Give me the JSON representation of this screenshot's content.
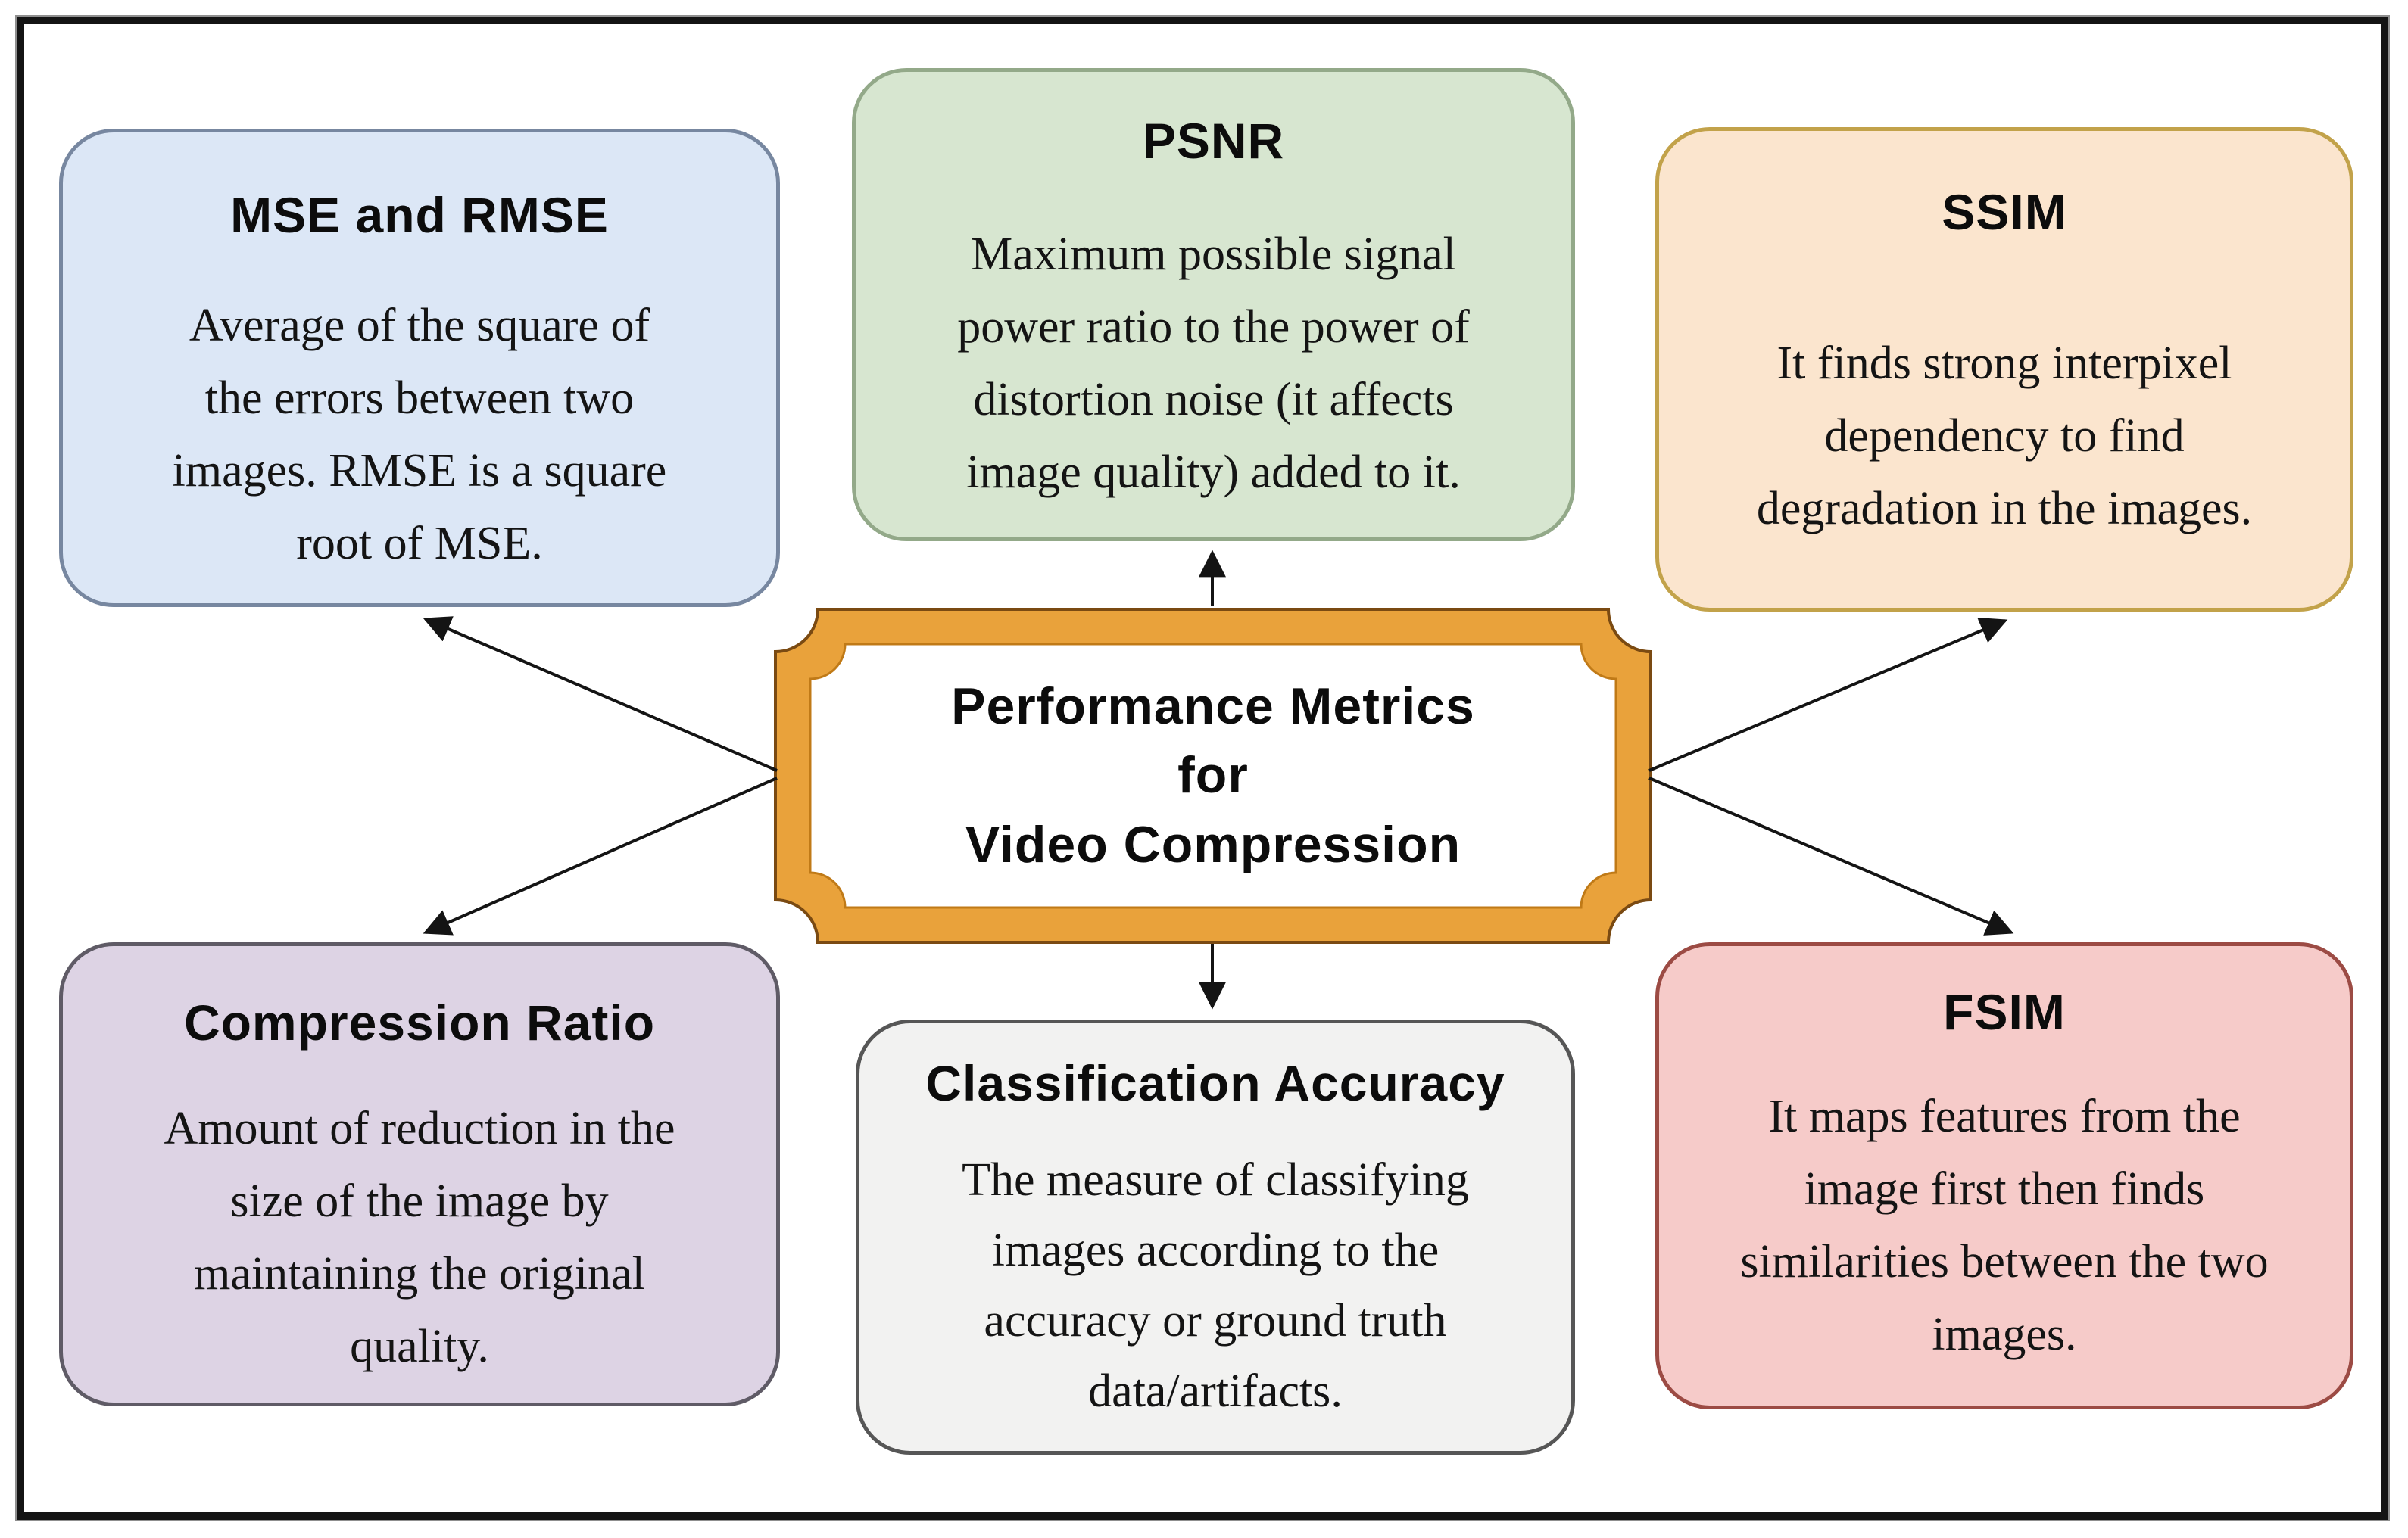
{
  "diagram_title_lines": [
    "Performance Metrics",
    "for",
    "Video Compression"
  ],
  "arrow_color": "#141414",
  "frame_color": "#141414",
  "center": {
    "fill": "#E9A23B",
    "border": "#7A4A12",
    "inner_fill": "#FFFFFF",
    "inner_border": "#C07A17"
  },
  "boxes": {
    "mse": {
      "title": "MSE and RMSE",
      "body": [
        "Average of the square of",
        "the errors between two",
        "images. RMSE is a square",
        "root of MSE."
      ],
      "fill": "#DCE7F6",
      "stroke": "#7787A0"
    },
    "psnr": {
      "title": "PSNR",
      "body": [
        "Maximum possible signal",
        "power ratio to the power of",
        "distortion noise (it affects",
        "image quality) added to it."
      ],
      "fill": "#D7E6D0",
      "stroke": "#93A989"
    },
    "ssim": {
      "title": "SSIM",
      "body": [
        "It finds strong interpixel",
        "dependency to find",
        "degradation in the images."
      ],
      "fill": "#FBE5CE",
      "stroke": "#C2A24A"
    },
    "cr": {
      "title": "Compression Ratio",
      "body": [
        "Amount of reduction in the",
        "size of the image by",
        "maintaining the original",
        "quality."
      ],
      "fill": "#DDD3E4",
      "stroke": "#5F5B66"
    },
    "ca": {
      "title": "Classification Accuracy",
      "body": [
        "The measure of classifying",
        "images according to the",
        "accuracy or ground truth",
        "data/artifacts."
      ],
      "fill": "#F2F2F1",
      "stroke": "#565656"
    },
    "fsim": {
      "title": "FSIM",
      "body": [
        "It maps features from the",
        "image first then finds",
        "similarities between the two",
        "images."
      ],
      "fill": "#F6CBC9",
      "stroke": "#9C4B44"
    }
  },
  "connections": [
    {
      "from": "center",
      "to": "mse"
    },
    {
      "from": "center",
      "to": "psnr"
    },
    {
      "from": "center",
      "to": "ssim"
    },
    {
      "from": "center",
      "to": "cr"
    },
    {
      "from": "center",
      "to": "ca"
    },
    {
      "from": "center",
      "to": "fsim"
    }
  ]
}
